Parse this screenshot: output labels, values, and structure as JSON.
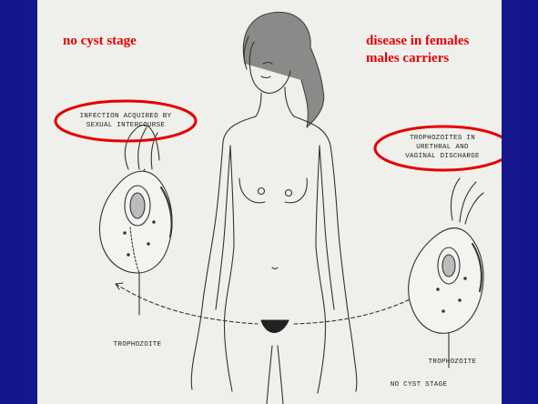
{
  "slide": {
    "annotations": {
      "top_left": "no cyst stage",
      "top_right_line1": "disease in females",
      "top_right_line2": "males carriers"
    },
    "figure_labels": {
      "infection_line1": "INFECTION ACQUIRED BY",
      "infection_line2": "SEXUAL INTERCOURSE",
      "trophozoites_line1": "TROPHOZOITES   IN",
      "trophozoites_line2": "URETHRAL   AND",
      "trophozoites_line3": "VAGINAL DISCHARGE",
      "trophozoite_left": "TROPHOZOITE",
      "trophozoite_right": "TROPHOZOITE",
      "no_cyst_stage": "NO CYST STAGE"
    },
    "colors": {
      "background": "#1a1a9c",
      "panel": "#efefec",
      "highlight": "#e50000"
    }
  }
}
